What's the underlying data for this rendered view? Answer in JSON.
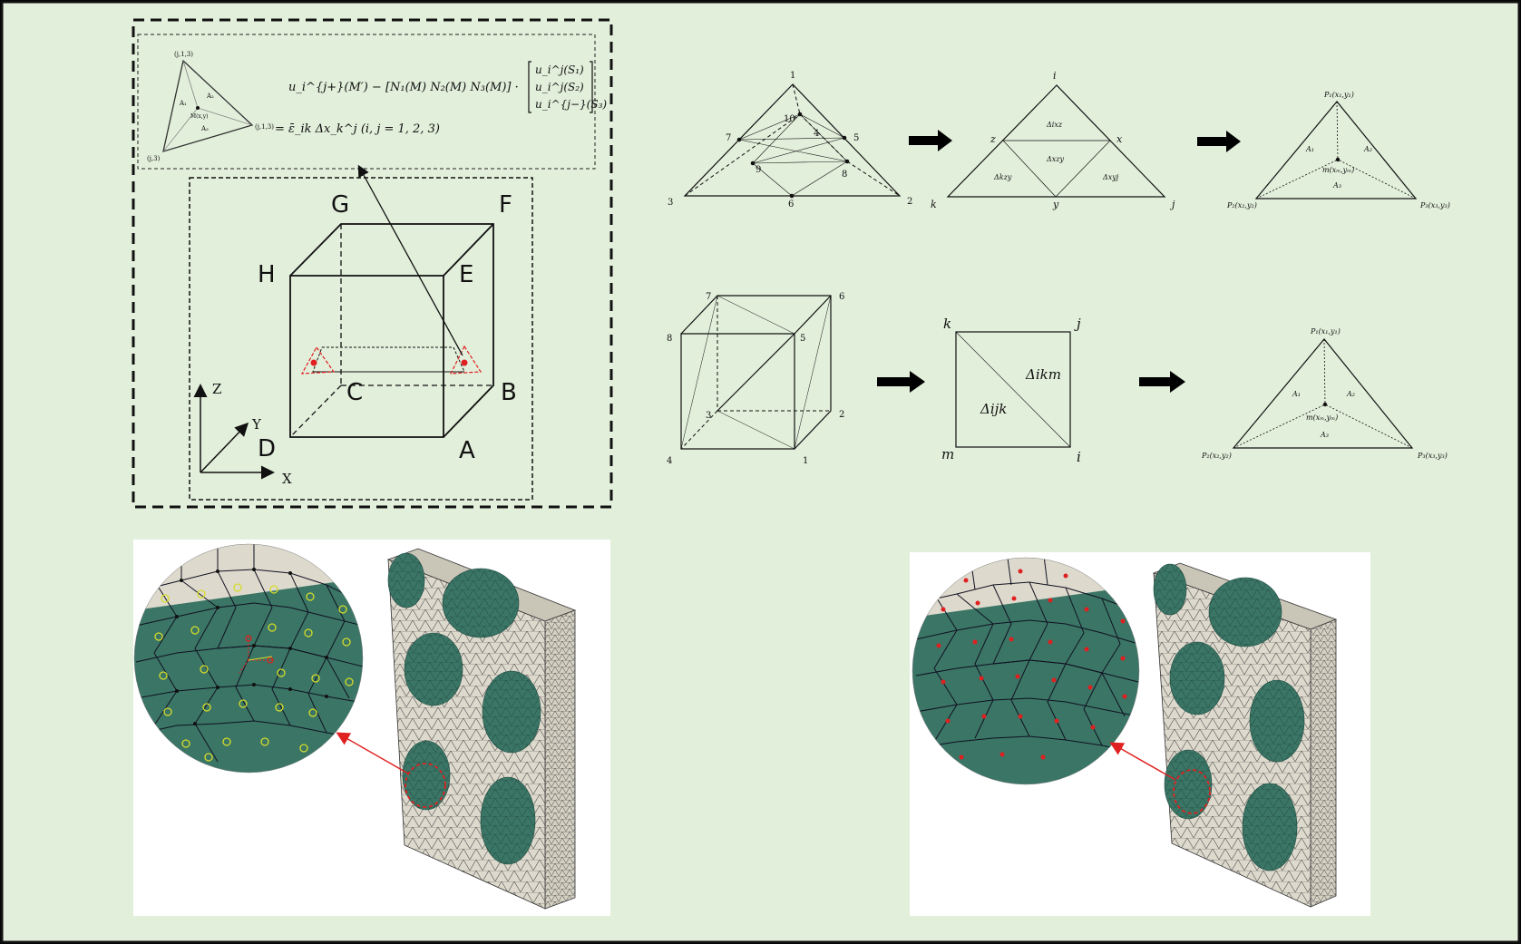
{
  "colors": {
    "background": "#e2efdb",
    "frame": "#111111",
    "mesh_green": "#3a7565",
    "mesh_light": "#ddd9cc",
    "highlight_red": "#e02020",
    "node_yellow": "#d6dc2a",
    "panel_white": "#ffffff"
  },
  "cube_panel": {
    "vertex_labels": {
      "A": "A",
      "B": "B",
      "C": "C",
      "D": "D",
      "E": "E",
      "F": "F",
      "G": "G",
      "H": "H"
    },
    "axes": {
      "x": "X",
      "y": "Y",
      "z": "Z"
    },
    "inset": {
      "equation_top": "u_i^{j+}(M′) − [N₁(M)   N₂(M)   N₃(M)] ·",
      "matrix_rows": [
        "u_i^j(S₁)",
        "u_i^j(S₂)",
        "u_i^{j−}(S₃)"
      ],
      "equation_bottom": "= ε̄_ik Δx_k^j   (i, j = 1, 2, 3)",
      "triangle_labels": {
        "top": "(j,1,3)",
        "right": "(j,1,3)",
        "left": "(j,3)",
        "a1": "A₁",
        "a2": "A₂",
        "a3": "A₃",
        "m": "M(x,y)"
      }
    }
  },
  "row1": {
    "tet_labels": [
      "1",
      "2",
      "3",
      "4",
      "5",
      "6",
      "7",
      "8",
      "9",
      "10"
    ],
    "tri_labels": {
      "i": "i",
      "j": "j",
      "k": "k",
      "x": "x",
      "y": "y",
      "z": "z"
    },
    "tri_areas": {
      "top": "Δixz",
      "center": "Δxzy",
      "left": "Δkzy",
      "right": "Δxyj"
    },
    "bary": {
      "p1": "P₁(x₁,y₁)",
      "p2": "P₂(x₂,y₂)",
      "p3": "P₃(x₃,y₃)",
      "a1": "A₁",
      "a2": "A₂",
      "a3": "A₃",
      "m": "m(xₘ,yₘ)"
    }
  },
  "row2": {
    "cube_labels": [
      "1",
      "2",
      "3",
      "4",
      "5",
      "6",
      "7",
      "8"
    ],
    "square_labels": {
      "i": "i",
      "j": "j",
      "k": "k",
      "m": "m"
    },
    "square_areas": {
      "upper": "Δikm",
      "lower": "Δijk"
    },
    "bary": {
      "p1": "P₁(x₁,y₁)",
      "p2": "P₂(x₂,y₂)",
      "p3": "P₃(x₃,y₃)",
      "a1": "A₁",
      "a2": "A₂",
      "a3": "A₃",
      "m": "m(xₘ,yₘ)"
    }
  },
  "meshes": {
    "left": {
      "node_marker": "yellow-circle",
      "description_visible": false
    },
    "right": {
      "node_marker": "red-dot"
    }
  }
}
